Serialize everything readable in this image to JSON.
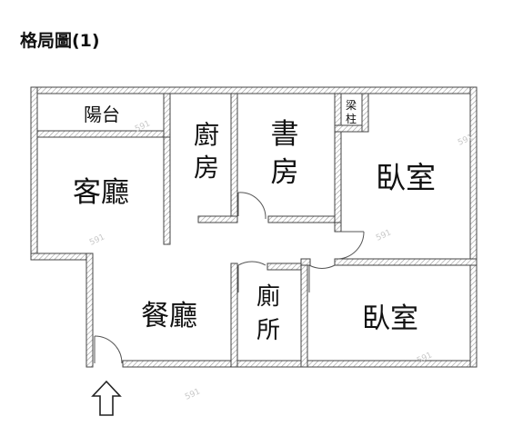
{
  "title": "格局圖(1)",
  "rooms": {
    "balcony": "陽台",
    "living_room": "客廳",
    "kitchen_line1": "廚",
    "kitchen_line2": "房",
    "study_line1": "書",
    "study_line2": "房",
    "beam_line1": "梁",
    "beam_line2": "柱",
    "bedroom_1": "臥室",
    "dining_room": "餐廳",
    "toilet_line1": "廁",
    "toilet_line2": "所",
    "bedroom_2": "臥室"
  },
  "watermark": "591",
  "colors": {
    "wall_line": "#444444",
    "hatch": "#9a9a9a",
    "label": "#111111",
    "background": "#ffffff"
  }
}
